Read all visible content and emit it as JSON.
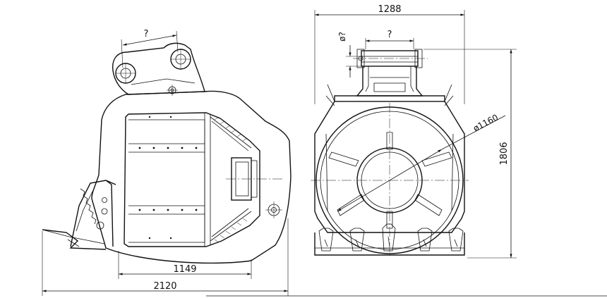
{
  "side_view": {
    "pin_spacing_label": "?",
    "dim_inner_length": "1149",
    "dim_total_length": "2120"
  },
  "front_view": {
    "dim_total_width": "1288",
    "dim_pin_diameter": "ø?",
    "dim_pin_spacing": "?",
    "dim_drum_diameter": "ø1160",
    "dim_total_height": "1806"
  },
  "icons": {
    "left_bolt": "bolt-symbol-icon",
    "right_bolt": "bolt-symbol-icon"
  }
}
